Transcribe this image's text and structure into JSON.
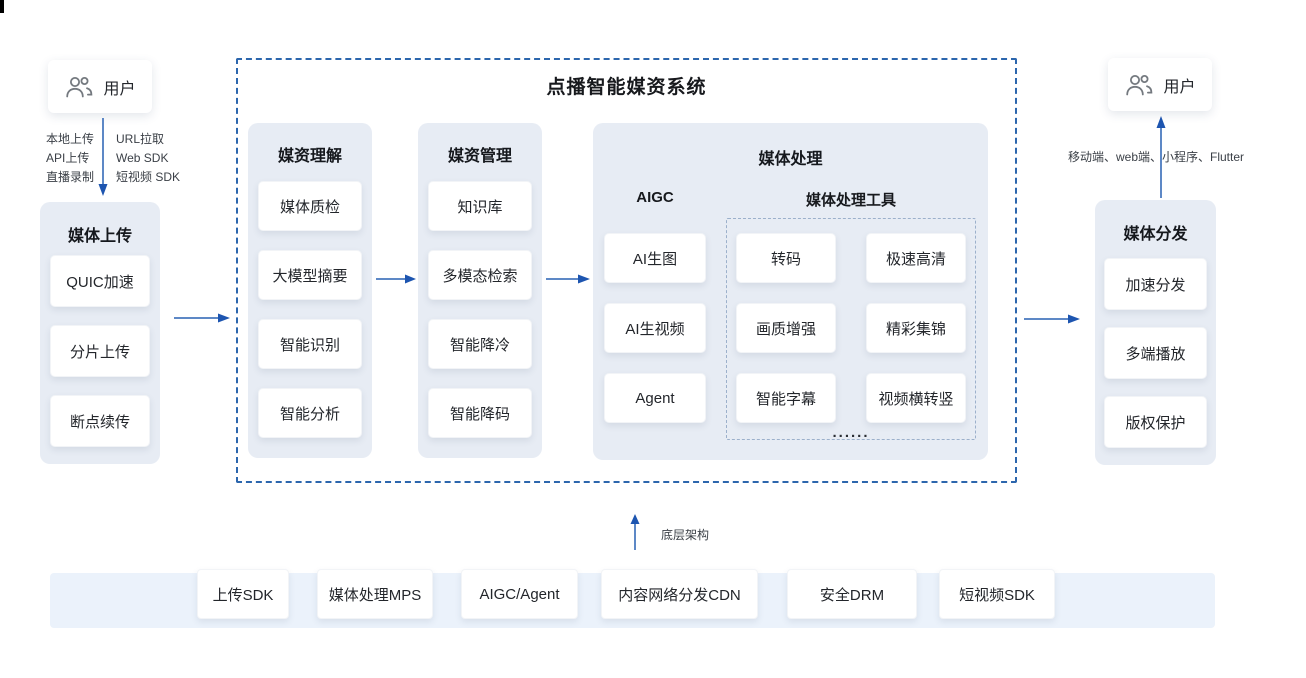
{
  "diagram": {
    "title": "点播智能媒资系统",
    "left_user": {
      "label": "用户"
    },
    "right_user": {
      "label": "用户"
    },
    "upload_methods_left": [
      "本地上传",
      "API上传",
      "直播录制"
    ],
    "upload_methods_right": [
      "URL拉取",
      "Web SDK",
      "短视频 SDK"
    ],
    "distribution_channels": "移动端、web端、小程序、Flutter",
    "panels": {
      "media_upload": {
        "title": "媒体上传",
        "items": [
          "QUIC加速",
          "分片上传",
          "断点续传"
        ]
      },
      "media_understanding": {
        "title": "媒资理解",
        "items": [
          "媒体质检",
          "大模型摘要",
          "智能识别",
          "智能分析"
        ]
      },
      "media_management": {
        "title": "媒资管理",
        "items": [
          "知识库",
          "多模态检索",
          "智能降冷",
          "智能降码"
        ]
      },
      "media_processing": {
        "title": "媒体处理",
        "aigc": {
          "title": "AIGC",
          "items": [
            "AI生图",
            "AI生视频",
            "Agent"
          ]
        },
        "tools": {
          "title": "媒体处理工具",
          "items": [
            "转码",
            "极速高清",
            "画质增强",
            "精彩集锦",
            "智能字幕",
            "视频横转竖"
          ],
          "ellipsis": "......"
        }
      },
      "media_distribution": {
        "title": "媒体分发",
        "items": [
          "加速分发",
          "多端播放",
          "版权保护"
        ]
      }
    },
    "bottom": {
      "arrow_label": "底层架构",
      "items": [
        "上传SDK",
        "媒体处理MPS",
        "AIGC/Agent",
        "内容网络分发CDN",
        "安全DRM",
        "短视频SDK"
      ]
    },
    "colors": {
      "panel_bg": "#e7ecf4",
      "outer_dashed_border": "#2c66ad",
      "inner_dashed_border": "#9cb0cb",
      "arrow_line": "#5d88c6",
      "arrow_head": "#1d55b0",
      "bottom_bar_bg": "#ebf2fb"
    }
  }
}
